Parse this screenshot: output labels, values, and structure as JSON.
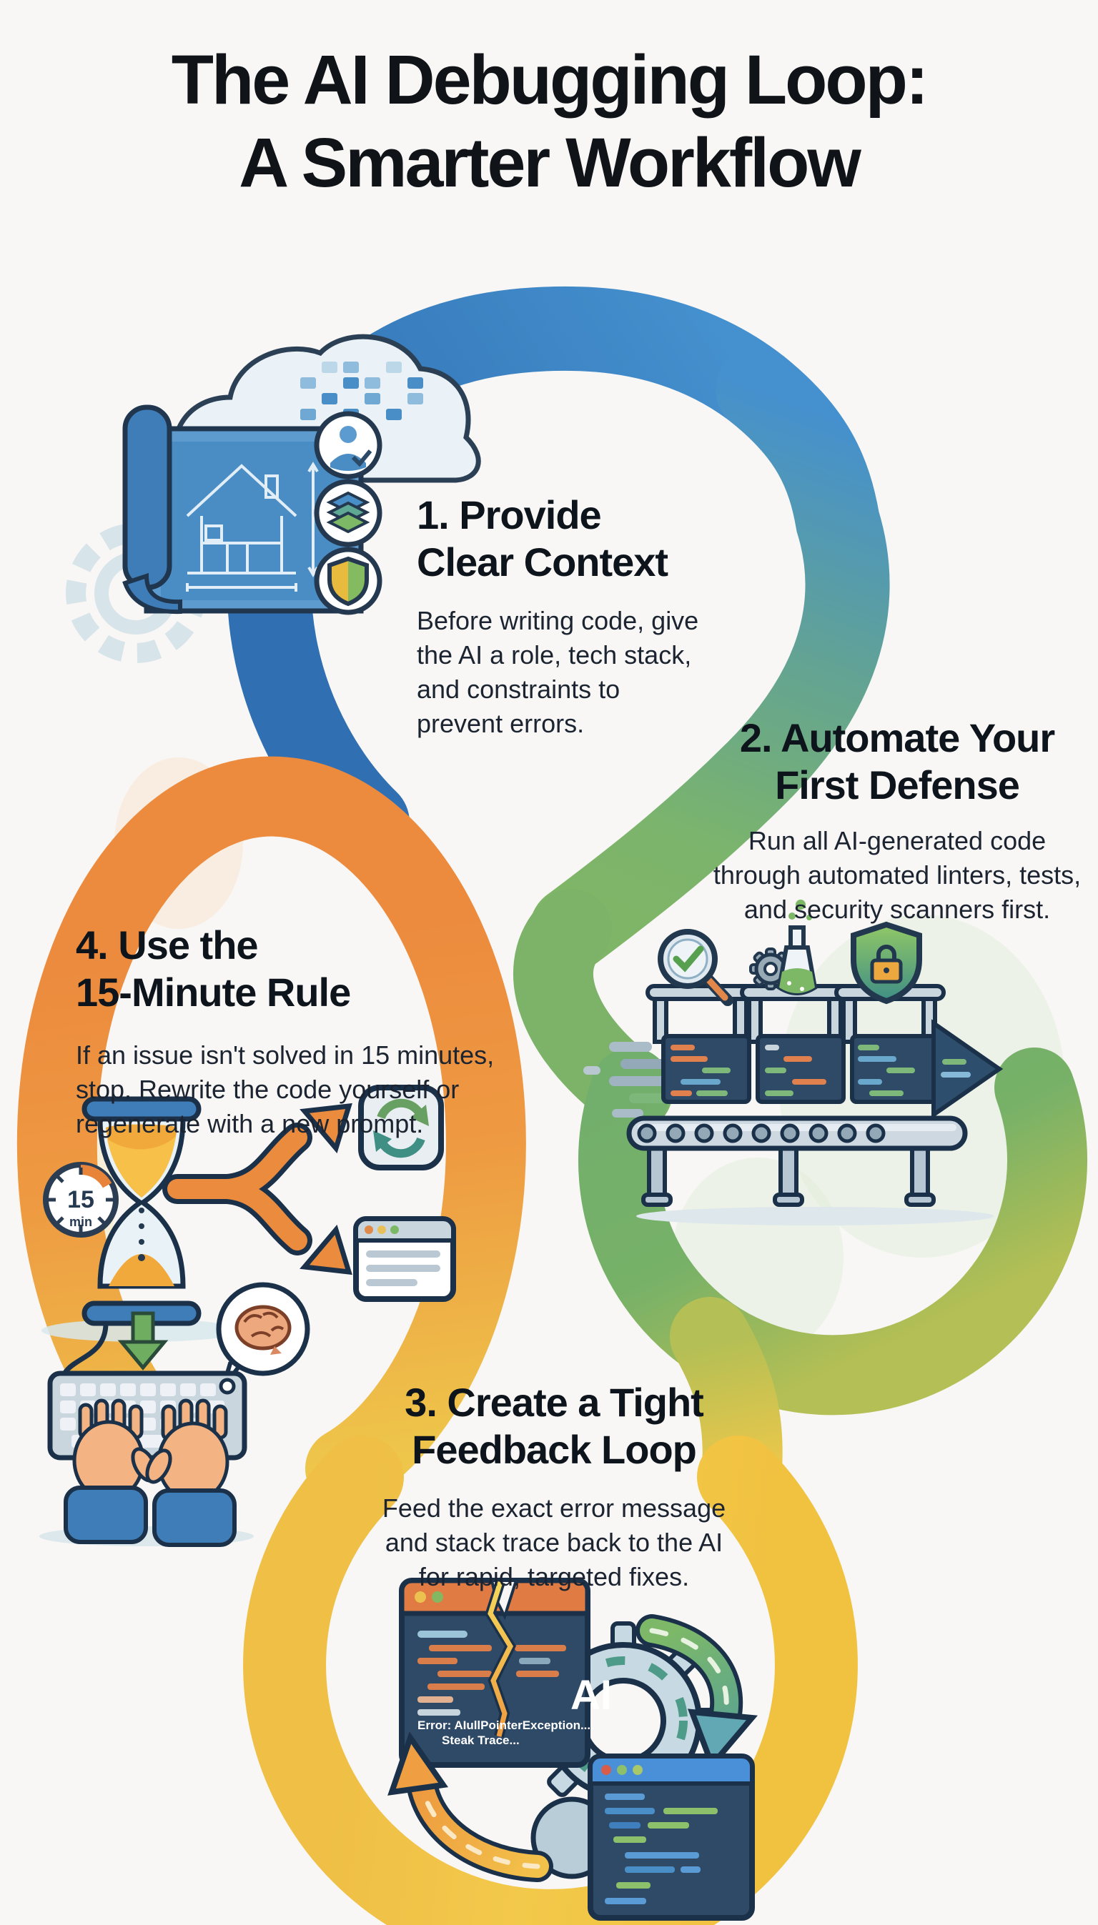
{
  "infographic": {
    "title": {
      "line1": "The AI Debugging Loop:",
      "line2": "A Smarter Workflow"
    },
    "steps": [
      {
        "number": "1",
        "heading_line1": "1. Provide",
        "heading_line2": "Clear Context",
        "body": "Before writing code, give\nthe AI a role, tech stack,\nand constraints to\nprevent errors."
      },
      {
        "number": "2",
        "heading_line1": "2. Automate Your",
        "heading_line2": "First Defense",
        "body": "Run all AI-generated code\nthrough automated linters, tests,\nand security scanners first."
      },
      {
        "number": "3",
        "heading_line1": "3. Create a Tight",
        "heading_line2": "Feedback Loop",
        "body": "Feed the exact error message\nand stack trace back to the AI\nfor rapid, targeted fixes."
      },
      {
        "number": "4",
        "heading_line1": "4. Use the",
        "heading_line2": "15-Minute Rule",
        "body": "If an issue isn't solved in 15 minutes,\nstop. Rewrite the code yourself or\nregenerate with a new prompt."
      }
    ],
    "timer": {
      "value": "15",
      "unit": "min"
    },
    "error_window": {
      "error_line1": "Error: AIullPointerException....",
      "error_line2": "Steak Trace...",
      "error_line3": "...",
      "ai_label": "AI"
    },
    "palette": {
      "blue": "#3b7fc2",
      "green": "#7cb866",
      "orange": "#ec8a3d",
      "yellow": "#f2c64a",
      "ink": "#1b3149",
      "background": "#f8f7f5"
    }
  }
}
